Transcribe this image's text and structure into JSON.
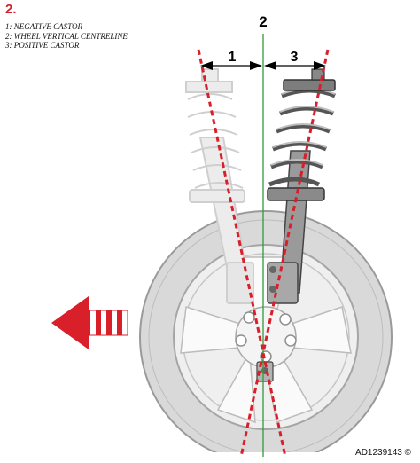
{
  "figure_number": "2.",
  "legend": [
    {
      "num": "1",
      "text": "NEGATIVE CASTOR"
    },
    {
      "num": "2",
      "text": "WHEEL VERTICAL CENTRELINE"
    },
    {
      "num": "3",
      "text": "POSITIVE CASTOR"
    }
  ],
  "callouts": {
    "negative": "1",
    "centre": "2",
    "positive": "3"
  },
  "reference_code": "AD1239143 ©",
  "colors": {
    "red": "#d81f2a",
    "centreline": "#2e9b3a",
    "ghost": "#d4d4d4",
    "metal": "#8c8c8c",
    "tyre": "#d7d7d7"
  },
  "icons": {
    "direction": "arrow-left-icon"
  }
}
